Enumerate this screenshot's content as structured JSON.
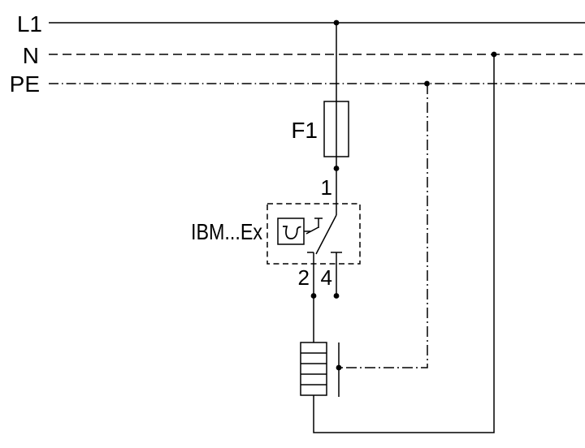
{
  "diagram": {
    "background": "#ffffff",
    "line_color": "#000000",
    "bus": {
      "l1": "L1",
      "n": "N",
      "pe": "PE"
    },
    "fuse": {
      "label": "F1"
    },
    "device": {
      "label": "IBM...Ex"
    },
    "terminals": {
      "t1": "1",
      "t2": "2",
      "t4": "4"
    },
    "icons": [
      {
        "name": "manual-reset-icon",
        "glyph": "u-turn-arrow"
      },
      {
        "name": "thermal-trip-icon",
        "glyph": "thermal-release-flag"
      }
    ]
  }
}
